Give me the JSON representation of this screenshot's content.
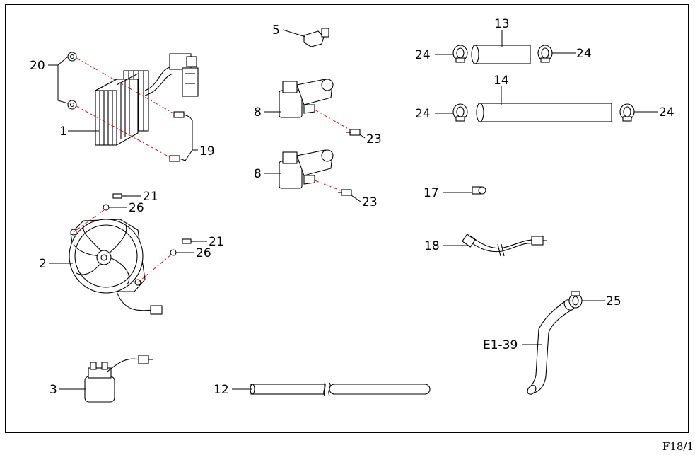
{
  "page_ref": "F18/1",
  "callouts": {
    "c1": "1",
    "c2": "2",
    "c3": "3",
    "c5": "5",
    "c8a": "8",
    "c8b": "8",
    "c12": "12",
    "c13": "13",
    "c14": "14",
    "c17": "17",
    "c18": "18",
    "c19": "19",
    "c20": "20",
    "c21a": "21",
    "c21b": "21",
    "c23a": "23",
    "c23b": "23",
    "c24a": "24",
    "c24b": "24",
    "c24c": "24",
    "c24d": "24",
    "c25": "25",
    "c26a": "26",
    "c26b": "26",
    "cE1": "E1-39"
  }
}
